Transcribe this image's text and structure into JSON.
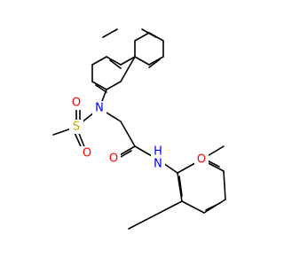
{
  "colors": {
    "bond": "#000000",
    "carbon": "#000000",
    "nitrogen": "#0000ff",
    "oxygen": "#ff0000",
    "sulfur": "#ccaa00",
    "background": "#ffffff"
  },
  "atoms": {
    "n_sulfonamide": {
      "label": "N",
      "element": "nitrogen"
    },
    "s_sulfonyl": {
      "label": "S",
      "element": "sulfur"
    },
    "o_sulfonyl_top": {
      "label": "O",
      "element": "oxygen"
    },
    "o_sulfonyl_bottom": {
      "label": "O",
      "element": "oxygen"
    },
    "o_carbonyl": {
      "label": "O",
      "element": "oxygen"
    },
    "n_amide": {
      "label": "N",
      "element": "nitrogen"
    },
    "h_amide": {
      "label": "H",
      "element": "nitrogen"
    },
    "o_methoxy": {
      "label": "O",
      "element": "oxygen"
    }
  }
}
